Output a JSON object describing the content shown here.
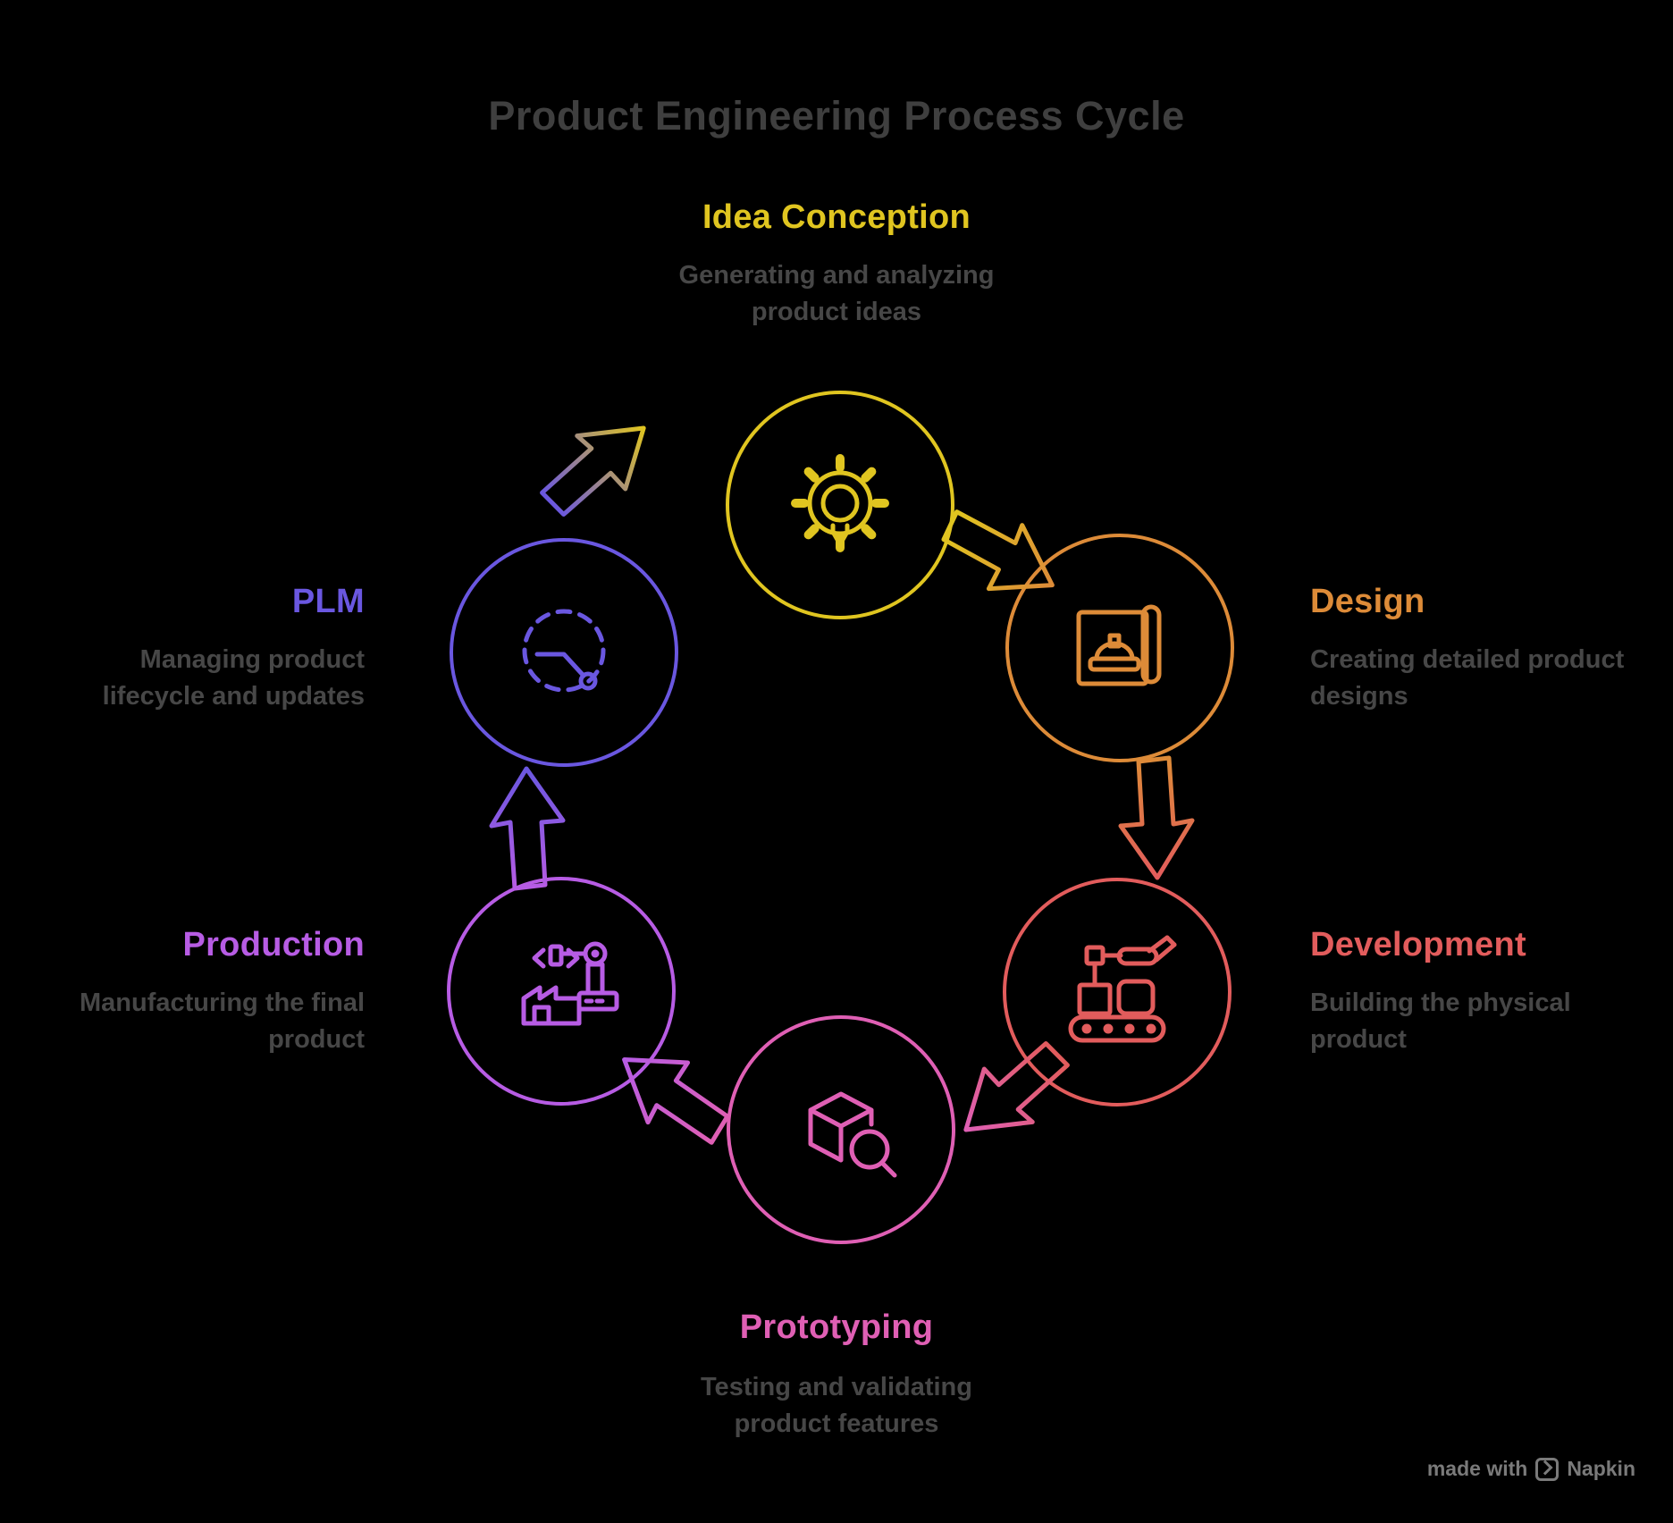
{
  "title": "Product Engineering Process Cycle",
  "watermark": {
    "prefix": "made with",
    "brand": "Napkin"
  },
  "colors": {
    "background": "#000000",
    "title_text": "#3f3f3f",
    "description_text": "#474747",
    "watermark_text": "#7a7a7a"
  },
  "nodes": [
    {
      "id": "idea-conception",
      "label": "Idea Conception",
      "color": "#e0c520",
      "icon": "gear-lightbulb",
      "desc_lines": [
        "Generating and analyzing",
        "product ideas"
      ]
    },
    {
      "id": "design",
      "label": "Design",
      "color": "#dd8b38",
      "icon": "blueprint",
      "desc_lines": [
        "Creating detailed product",
        "designs"
      ]
    },
    {
      "id": "development",
      "label": "Development",
      "color": "#e25c5c",
      "icon": "assembly-line",
      "desc_lines": [
        "Building the physical",
        "product"
      ]
    },
    {
      "id": "prototyping",
      "label": "Prototyping",
      "color": "#df5fb4",
      "icon": "cube-magnifier",
      "desc_lines": [
        "Testing and validating",
        "product features"
      ]
    },
    {
      "id": "production",
      "label": "Production",
      "color": "#b75ce4",
      "icon": "factory",
      "desc_lines": [
        "Manufacturing the final",
        "product"
      ]
    },
    {
      "id": "plm",
      "label": "PLM",
      "color": "#6a57e0",
      "icon": "lifecycle-arrow",
      "desc_lines": [
        "Managing product",
        "lifecycle and updates"
      ]
    }
  ]
}
